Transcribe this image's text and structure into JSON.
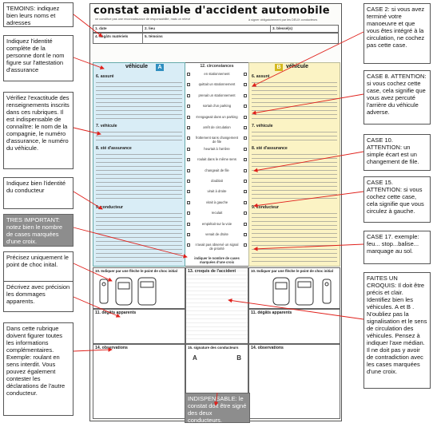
{
  "form": {
    "title": "constat amiable d'accident automobile",
    "vehicle_a": "véhicule",
    "vehicle_b": "véhicule",
    "badge_a": "A",
    "badge_b": "B",
    "circumstances": "12. circonstances",
    "sections": {
      "date": "1. date",
      "lieu": "2. lieu",
      "blesses": "3. blessé(s)",
      "degats": "4. dégâts matériels",
      "temoins": "5. témoins",
      "assure": "6. assuré",
      "vehicule": "7. véhicule",
      "ste_assurance": "8. sté d'assurance",
      "conducteur": "9. conducteur",
      "point_choc": "10. Indiquer par une flèche le point de choc initial",
      "degats_apparents": "11. dégâts apparents",
      "croquis": "13. croquis de l'accident",
      "observations": "14. observations",
      "signatures": "15. signature des conducteurs"
    },
    "circ_items": [
      "en stationnement",
      "quittait un stationnement",
      "prenait un stationnement",
      "sortait d'un parking",
      "s'engageait dans un parking",
      "arrêt de circulation",
      "frottement sans changement de file",
      "heurtait à l'arrière",
      "roulait dans le même sens",
      "changeait de file",
      "doublait",
      "virait à droite",
      "virait à gauche",
      "reculait",
      "empiétait sur la voie",
      "venait de droite",
      "n'avait pas observé un signal de priorité"
    ],
    "total_label": "indiquer le nombre de cases marquées d'une croix"
  },
  "notes_left": [
    "TEMOINS: indiquez bien leurs noms et adresses",
    "Indiquez l'identité complète de la personne dont le nom figure sur l'attestation d'assurance",
    "Vérifiez l'exactitude des renseignements inscrits dans ces rubriques. Il est indispensable de connaître: le nom de la compagnie, le numéro d'assurance, le numéro du véhicule.",
    "Indiquez bien l'identité du conducteur",
    "TRES IMPORTANT: notez bien le nombre de cases marquées d'une croix.",
    "Précisez uniquement le point de choc inital.",
    "Décrivez avec précision les dommages apparents.",
    "Dans cette rubrique doivent figurer toutes les informations complémentaires. Exemple: roulant en sens interdit. Vous pouvez également contester les déclarations de l'autre conducteur."
  ],
  "notes_right": [
    "CASE 2: si vous avez terminé votre manoeuvre et que vous êtes intégré à la circulation, ne cochez pas cette case.",
    "CASE 8. ATTENTION: si vous cochez cette case, cela signifie que vous avez percuté l'arrière du véhicule adverse.",
    "CASE 10. ATTENTION: un simple écart est un changement de file.",
    "CASE 15. ATTENTION: si vous cochez cette case, cela signifie que vous circulez à gauche.",
    "CASE 17. exemple: feu... stop...balise... marquage au sol.",
    "FAITES UN CROQUIS: Il doit être précis et clair. Identifiez bien les véhicules. A et B . N'oubliez pas la signalisation et le sens de circulation des véhicules. Pensez à indiquer l'axe médian. Il ne doit pas y avoir de contradiction avec les cases marquées d'une croix."
  ],
  "note_bottom": "INDISPENSABLE: le constat doit être signé des deux conducteurs."
}
